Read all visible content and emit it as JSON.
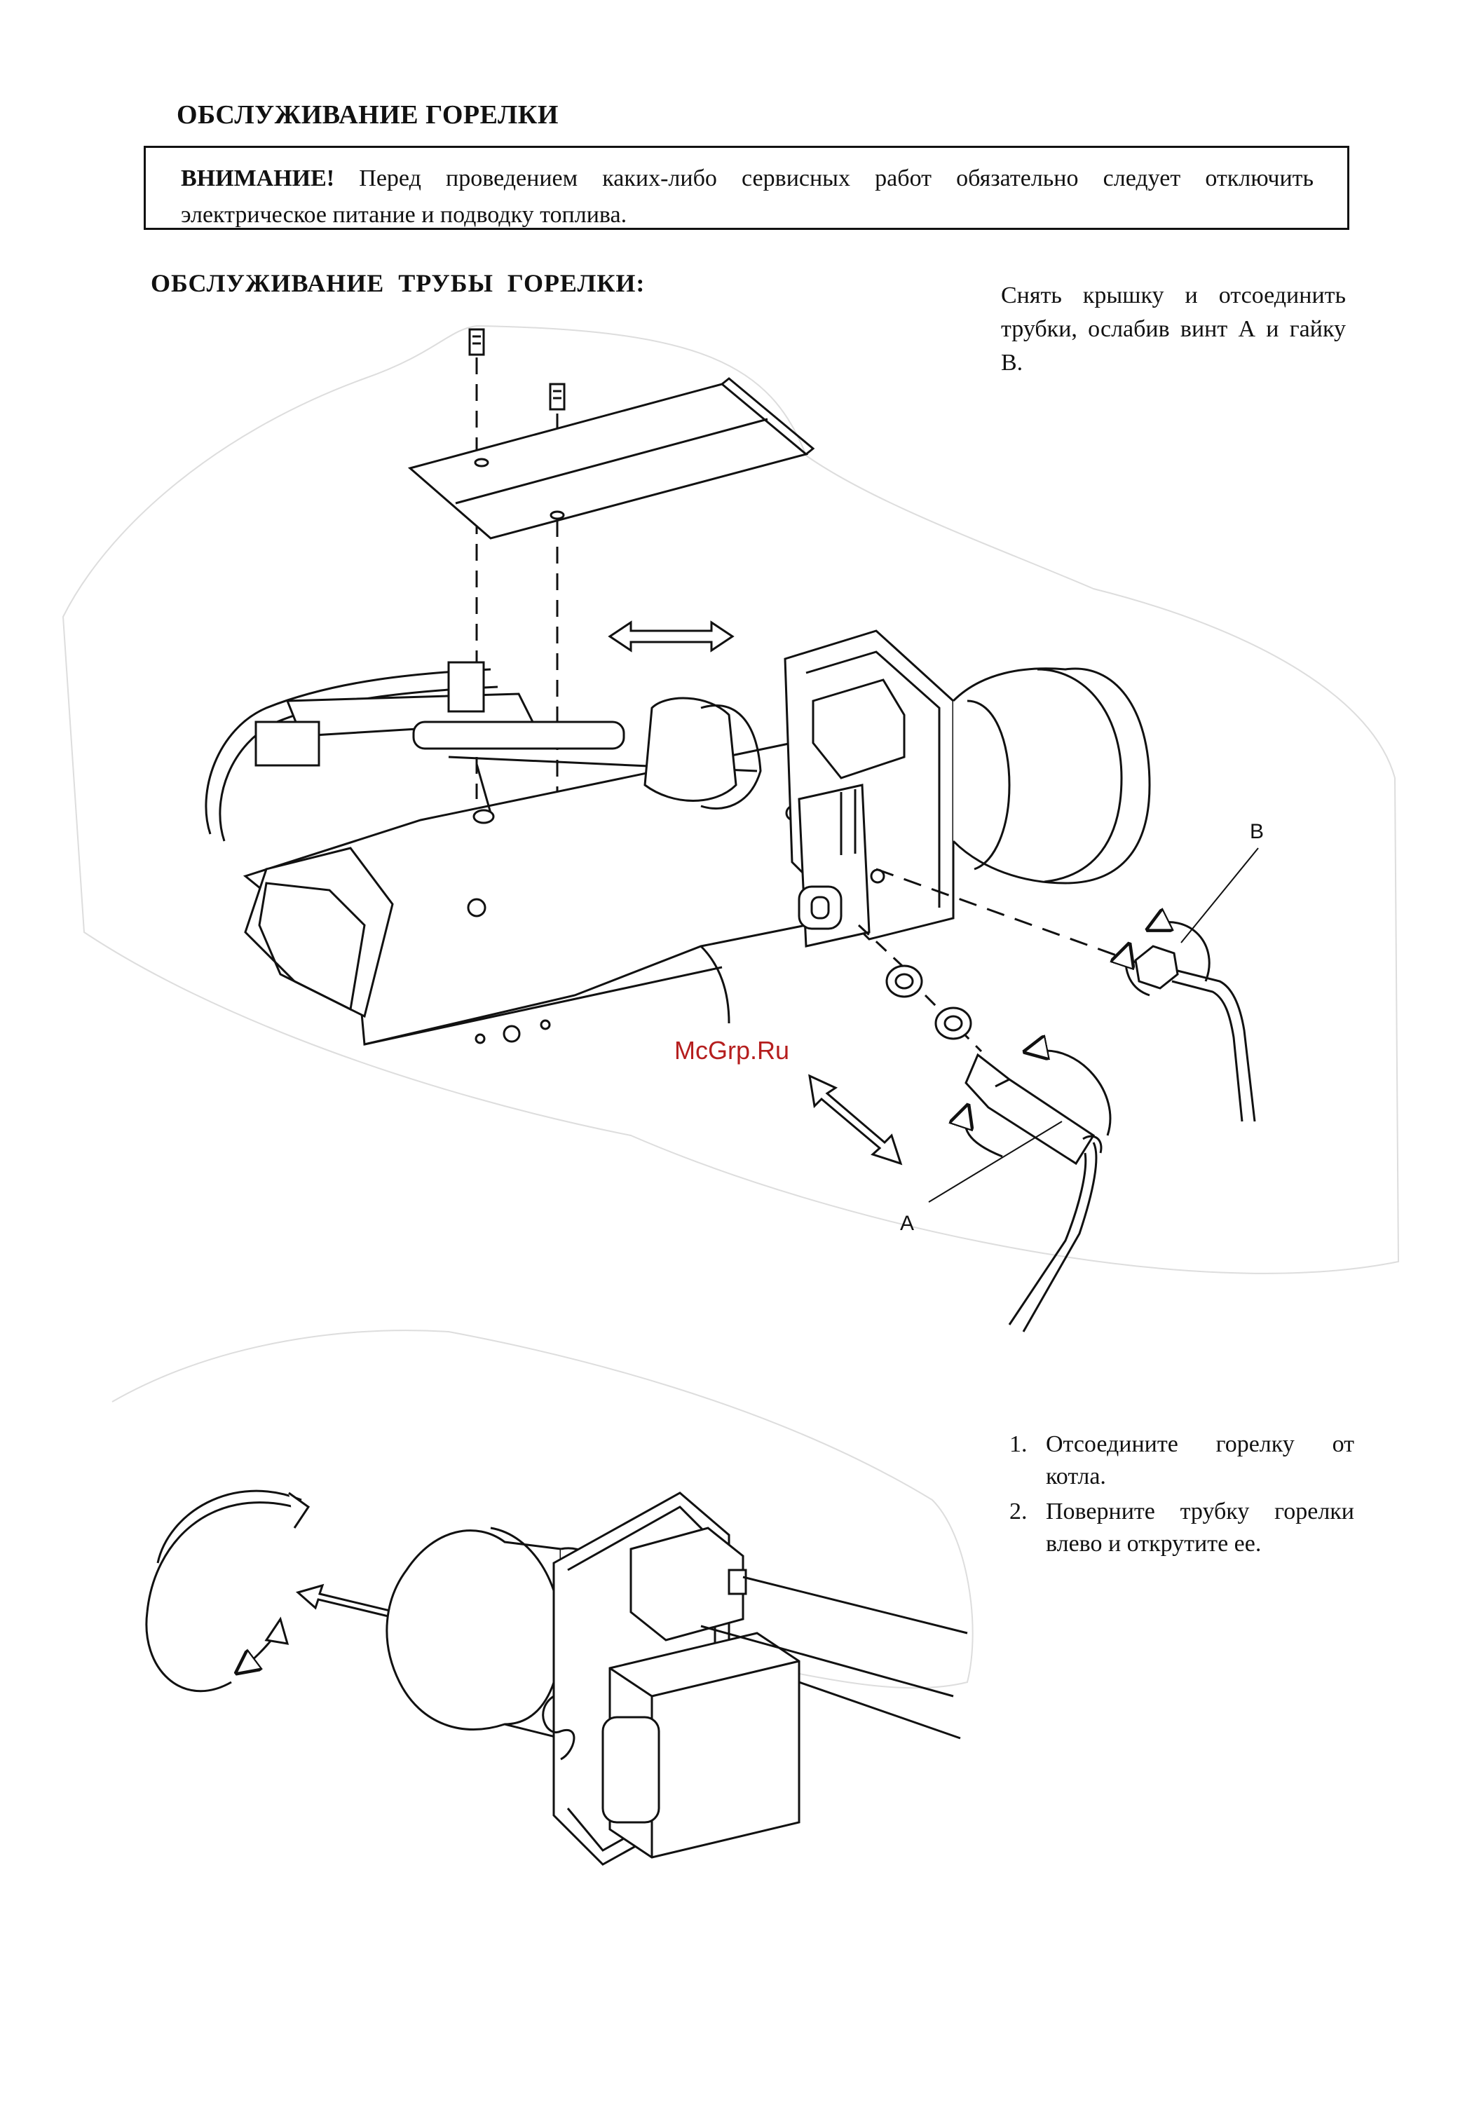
{
  "page": {
    "title": "ОБСЛУЖИВАНИЕ ГОРЕЛКИ",
    "warning": {
      "label": "ВНИМАНИЕ!",
      "text": "Перед проведением каких-либо сервисных работ обязательно следует отключить электрическое питание и подводку топлива."
    },
    "section_title": "ОБСЛУЖИВАНИЕ  ТРУБЫ ГОРЕЛКИ:",
    "instruction_top": "Снять крышку и отсоединить трубки, ослабив винт А и гайку В.",
    "steps": [
      {
        "num": "1.",
        "text": "Отсоедините горелку от котла."
      },
      {
        "num": "2.",
        "text": "Поверните трубку горелки влево и открутите ее."
      }
    ],
    "callouts": {
      "a": "A",
      "b": "B"
    },
    "watermark": "McGrp.Ru"
  }
}
